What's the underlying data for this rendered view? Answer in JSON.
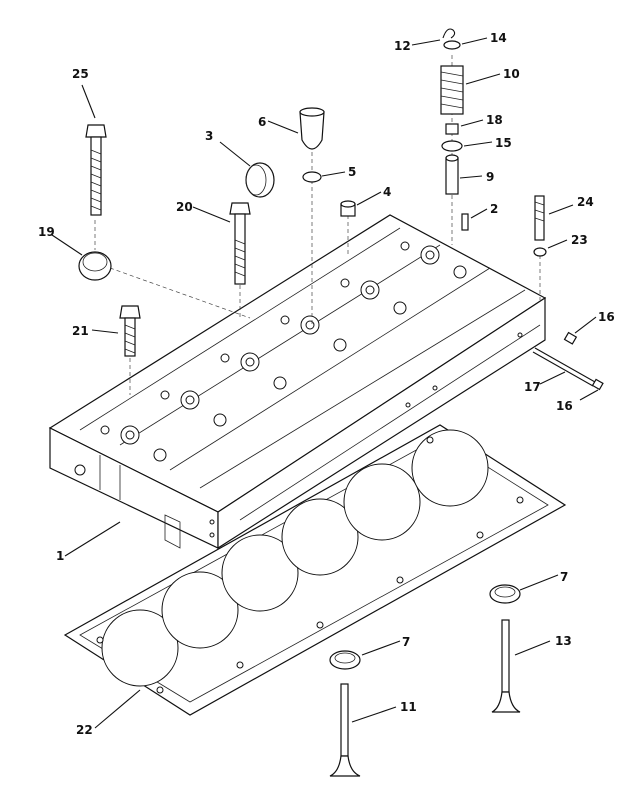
{
  "diagram": {
    "callouts": [
      {
        "id": "c1",
        "label": "1"
      },
      {
        "id": "c2",
        "label": "2"
      },
      {
        "id": "c3",
        "label": "3"
      },
      {
        "id": "c4",
        "label": "4"
      },
      {
        "id": "c5",
        "label": "5"
      },
      {
        "id": "c6",
        "label": "6"
      },
      {
        "id": "c7a",
        "label": "7"
      },
      {
        "id": "c7b",
        "label": "7"
      },
      {
        "id": "c9",
        "label": "9"
      },
      {
        "id": "c10",
        "label": "10"
      },
      {
        "id": "c11",
        "label": "11"
      },
      {
        "id": "c12",
        "label": "12"
      },
      {
        "id": "c13",
        "label": "13"
      },
      {
        "id": "c14",
        "label": "14"
      },
      {
        "id": "c15",
        "label": "15"
      },
      {
        "id": "c16a",
        "label": "16"
      },
      {
        "id": "c16b",
        "label": "16"
      },
      {
        "id": "c17",
        "label": "17"
      },
      {
        "id": "c18",
        "label": "18"
      },
      {
        "id": "c19",
        "label": "19"
      },
      {
        "id": "c20",
        "label": "20"
      },
      {
        "id": "c21",
        "label": "21"
      },
      {
        "id": "c22",
        "label": "22"
      },
      {
        "id": "c23",
        "label": "23"
      },
      {
        "id": "c24",
        "label": "24"
      },
      {
        "id": "c25",
        "label": "25"
      }
    ]
  }
}
